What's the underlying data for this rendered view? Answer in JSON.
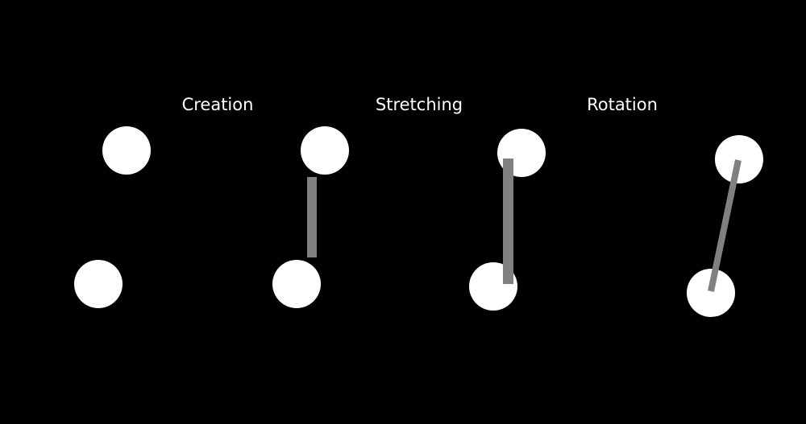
{
  "stages": [
    {
      "key": "creation",
      "label": "Creation"
    },
    {
      "key": "stretching",
      "label": "Stretching"
    },
    {
      "key": "rotation",
      "label": "Rotation"
    }
  ],
  "colors": {
    "background": "#000000",
    "node": "#ffffff",
    "link": "#808080",
    "text": "#ffffff"
  }
}
